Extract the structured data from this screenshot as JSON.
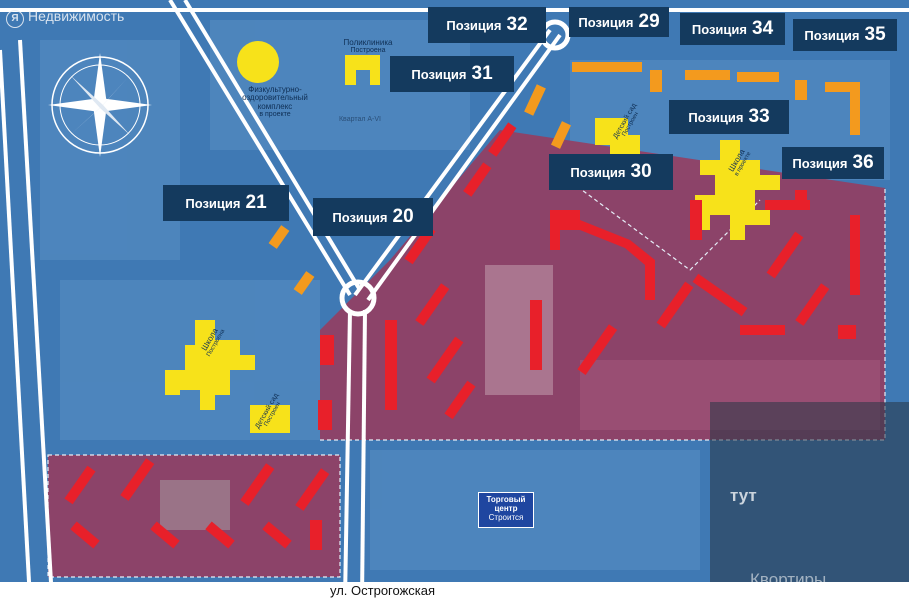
{
  "watermark": {
    "brand": "Недвижимость",
    "brand_mark": "Я"
  },
  "labels": [
    {
      "id": "32",
      "text": "Позиция",
      "num": "32"
    },
    {
      "id": "29",
      "text": "Позиция",
      "num": "29"
    },
    {
      "id": "34",
      "text": "Позиция",
      "num": "34"
    },
    {
      "id": "35",
      "text": "Позиция",
      "num": "35"
    },
    {
      "id": "31",
      "text": "Позиция",
      "num": "31"
    },
    {
      "id": "33",
      "text": "Позиция",
      "num": "33"
    },
    {
      "id": "30",
      "text": "Позиция",
      "num": "30"
    },
    {
      "id": "36",
      "text": "Позиция",
      "num": "36"
    },
    {
      "id": "21",
      "text": "Позиция",
      "num": "21"
    },
    {
      "id": "20",
      "text": "Позиция",
      "num": "20"
    }
  ],
  "annotations": {
    "clinic_title": "Поликлиника",
    "clinic_status": "Построена",
    "sport_title": "Физкультурно-оздоровительный комплекс",
    "sport_status": "в проекте",
    "quarter": "Квартал А-VI",
    "kindergarten_top_title": "Детский сад",
    "kindergarten_top_status": "Построен",
    "school_right_title": "Школа",
    "school_right_status": "в проекте",
    "school_left_title": "Школа",
    "school_left_status": "Построена",
    "kindergarten_left_title": "Детский сад",
    "kindergarten_left_status": "Построен",
    "mall_title": "Торговый центр",
    "mall_status": "Строится"
  },
  "street": "ул. Острогожская",
  "promo": {
    "text": "Квортиры",
    "accent": "тут"
  },
  "colors": {
    "background": "#3f79b4",
    "built_zone": "#9a3a5c",
    "building_red": "#e8202a",
    "building_orange": "#f39a1e",
    "building_yellow": "#f7e21a",
    "label_bg": "#143a5e"
  }
}
